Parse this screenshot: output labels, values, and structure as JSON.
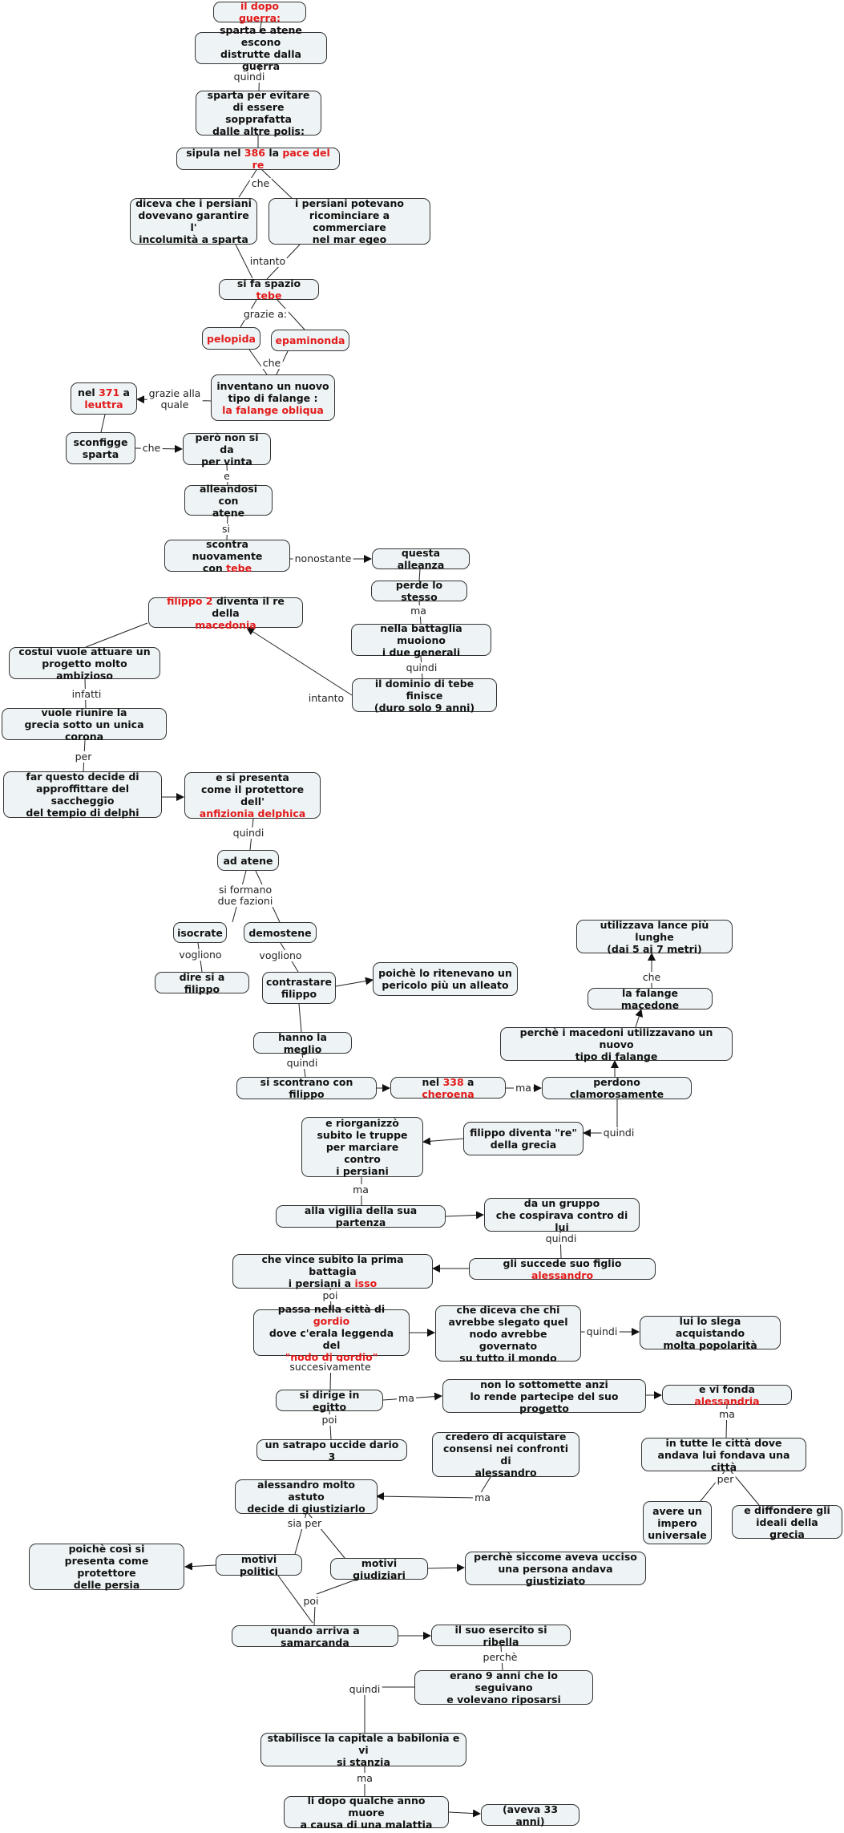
{
  "nodes": [
    {
      "id": "n1",
      "segments": [
        {
          "t": "il dopo guerra:",
          "hl": true
        }
      ]
    },
    {
      "id": "n2",
      "segments": [
        {
          "t": "sparta e atene escono\ndistrutte dalla guerra"
        }
      ]
    },
    {
      "id": "n3",
      "segments": [
        {
          "t": "sparta per evitare\ndi essere sopprafatta\ndalle altre polis:"
        }
      ]
    },
    {
      "id": "n4",
      "segments": [
        {
          "t": "sipula nel "
        },
        {
          "t": "386",
          "hl": true
        },
        {
          "t": " la "
        },
        {
          "t": "pace del re",
          "hl": true
        }
      ]
    },
    {
      "id": "n5",
      "segments": [
        {
          "t": "diceva che i persiani\ndovevano garantire l'\nincolumità a sparta"
        }
      ]
    },
    {
      "id": "n6",
      "segments": [
        {
          "t": "i persiani potevano\nricominciare a commerciare\nnel mar egeo"
        }
      ]
    },
    {
      "id": "n7",
      "segments": [
        {
          "t": "si fa spazio "
        },
        {
          "t": "tebe",
          "hl": true
        }
      ]
    },
    {
      "id": "n8",
      "segments": [
        {
          "t": "pelopida",
          "hl": true
        }
      ]
    },
    {
      "id": "n9",
      "segments": [
        {
          "t": "epaminonda",
          "hl": true
        }
      ]
    },
    {
      "id": "n10",
      "segments": [
        {
          "t": "inventano un nuovo\ntipo di falange :\n"
        },
        {
          "t": "la falange obliqua",
          "hl": true
        }
      ]
    },
    {
      "id": "n11",
      "segments": [
        {
          "t": "nel "
        },
        {
          "t": "371",
          "hl": true
        },
        {
          "t": " a\n"
        },
        {
          "t": "leuttra",
          "hl": true
        }
      ]
    },
    {
      "id": "n12",
      "segments": [
        {
          "t": "sconfigge\nsparta"
        }
      ]
    },
    {
      "id": "n13",
      "segments": [
        {
          "t": "però non si da\nper vinta"
        }
      ]
    },
    {
      "id": "n14",
      "segments": [
        {
          "t": "alleandosi con\natene"
        }
      ]
    },
    {
      "id": "n15",
      "segments": [
        {
          "t": "scontra nuovamente\ncon "
        },
        {
          "t": "tebe",
          "hl": true
        }
      ]
    },
    {
      "id": "n16",
      "segments": [
        {
          "t": "questa alleanza"
        }
      ]
    },
    {
      "id": "n17",
      "segments": [
        {
          "t": "perde lo stesso"
        }
      ]
    },
    {
      "id": "n18",
      "segments": [
        {
          "t": "nella battaglia muoiono\ni due generali"
        }
      ]
    },
    {
      "id": "n19",
      "segments": [
        {
          "t": "il dominio di tebe finisce\n(duro solo 9 anni)"
        }
      ]
    },
    {
      "id": "n20",
      "segments": [
        {
          "t": "filippo 2",
          "hl": true
        },
        {
          "t": " diventa il re della\n"
        },
        {
          "t": "macedonia",
          "hl": true
        }
      ]
    },
    {
      "id": "n21",
      "segments": [
        {
          "t": "costui vuole attuare un\nprogetto molto ambizioso"
        }
      ]
    },
    {
      "id": "n22",
      "segments": [
        {
          "t": "vuole riunire la\ngrecia sotto un unica corona"
        }
      ]
    },
    {
      "id": "n23",
      "segments": [
        {
          "t": "far questo decide di\napproffittare del saccheggio\ndel tempio di delphi"
        }
      ]
    },
    {
      "id": "n24",
      "segments": [
        {
          "t": "e si presenta\ncome il protettore dell'\n"
        },
        {
          "t": "anfizionia delphica",
          "hl": true
        }
      ]
    },
    {
      "id": "n25",
      "segments": [
        {
          "t": "ad atene"
        }
      ]
    },
    {
      "id": "n26",
      "segments": [
        {
          "t": "isocrate"
        }
      ]
    },
    {
      "id": "n27",
      "segments": [
        {
          "t": "demostene"
        }
      ]
    },
    {
      "id": "n28",
      "segments": [
        {
          "t": "dire si a filippo"
        }
      ]
    },
    {
      "id": "n29",
      "segments": [
        {
          "t": "contrastare\nfilippo"
        }
      ]
    },
    {
      "id": "n30",
      "segments": [
        {
          "t": "poichè lo ritenevano un\npericolo più un alleato"
        }
      ]
    },
    {
      "id": "n31",
      "segments": [
        {
          "t": "hanno la meglio"
        }
      ]
    },
    {
      "id": "n32",
      "segments": [
        {
          "t": "si scontrano con filippo"
        }
      ]
    },
    {
      "id": "n33",
      "segments": [
        {
          "t": "nel "
        },
        {
          "t": "338",
          "hl": true
        },
        {
          "t": " a "
        },
        {
          "t": "cheroena",
          "hl": true
        }
      ]
    },
    {
      "id": "n34",
      "segments": [
        {
          "t": "perdono clamorosamente"
        }
      ]
    },
    {
      "id": "n35",
      "segments": [
        {
          "t": "perchè i macedoni utilizzavano un nuovo\ntipo di falange"
        }
      ]
    },
    {
      "id": "n36",
      "segments": [
        {
          "t": "la falange macedone"
        }
      ]
    },
    {
      "id": "n37",
      "segments": [
        {
          "t": "utilizzava lance più lunghe\n(dai 5 ai 7 metri)"
        }
      ]
    },
    {
      "id": "n38",
      "segments": [
        {
          "t": "filippo diventa \"re\"\ndella grecia"
        }
      ]
    },
    {
      "id": "n39",
      "segments": [
        {
          "t": "e riorganizzò\nsubito le truppe\nper marciare contro\ni persiani"
        }
      ]
    },
    {
      "id": "n40",
      "segments": [
        {
          "t": "alla vigilia della sua partenza"
        }
      ]
    },
    {
      "id": "n41",
      "segments": [
        {
          "t": "da un gruppo\nche cospirava contro di lui"
        }
      ]
    },
    {
      "id": "n42",
      "segments": [
        {
          "t": "gli succede suo figlio "
        },
        {
          "t": "alessandro",
          "hl": true
        }
      ]
    },
    {
      "id": "n43",
      "segments": [
        {
          "t": "che vince subito la prima battagia\ni persiani a "
        },
        {
          "t": "isso",
          "hl": true
        }
      ]
    },
    {
      "id": "n44",
      "segments": [
        {
          "t": "passa nella città di "
        },
        {
          "t": "gordio",
          "hl": true
        },
        {
          "t": "\ndove c'erala leggenda del\n"
        },
        {
          "t": "\"nodo di gordio\"",
          "hl": true
        }
      ]
    },
    {
      "id": "n45",
      "segments": [
        {
          "t": "che diceva che chi\navrebbe slegato quel\nnodo avrebbe governato\nsu tutto il mondo"
        }
      ]
    },
    {
      "id": "n46",
      "segments": [
        {
          "t": "lui lo slega acquistando\nmolta popolarità"
        }
      ]
    },
    {
      "id": "n47",
      "segments": [
        {
          "t": "si dirige in egitto"
        }
      ]
    },
    {
      "id": "n48",
      "segments": [
        {
          "t": "non lo sottomette anzi\nlo rende partecipe del suo progetto"
        }
      ]
    },
    {
      "id": "n49",
      "segments": [
        {
          "t": "e vi fonda "
        },
        {
          "t": "alessandria",
          "hl": true
        }
      ]
    },
    {
      "id": "n50",
      "segments": [
        {
          "t": "in tutte le città dove\nandava lui fondava una città"
        }
      ]
    },
    {
      "id": "n51",
      "segments": [
        {
          "t": "avere un\nimpero\nuniversale"
        }
      ]
    },
    {
      "id": "n52",
      "segments": [
        {
          "t": "e diffondere gli\nideali della grecia"
        }
      ]
    },
    {
      "id": "n53",
      "segments": [
        {
          "t": "un satrapo uccide dario 3"
        }
      ]
    },
    {
      "id": "n54",
      "segments": [
        {
          "t": "credero di acquistare\nconsensi nei confronti di\nalessandro"
        }
      ]
    },
    {
      "id": "n55",
      "segments": [
        {
          "t": "alessandro molto astuto\ndecide di giustiziarlo"
        }
      ]
    },
    {
      "id": "n56",
      "segments": [
        {
          "t": "motivi politici"
        }
      ]
    },
    {
      "id": "n57",
      "segments": [
        {
          "t": "motivi giudiziari"
        }
      ]
    },
    {
      "id": "n58",
      "segments": [
        {
          "t": "poichè così si\npresenta come protettore\ndelle persia"
        }
      ]
    },
    {
      "id": "n59",
      "segments": [
        {
          "t": "perchè siccome aveva ucciso\nuna persona andava giustiziato"
        }
      ]
    },
    {
      "id": "n60",
      "segments": [
        {
          "t": "quando arriva a samarcanda"
        }
      ]
    },
    {
      "id": "n61",
      "segments": [
        {
          "t": "il suo esercito si ribella"
        }
      ]
    },
    {
      "id": "n62",
      "segments": [
        {
          "t": "erano 9 anni che lo seguivano\ne volevano riposarsi"
        }
      ]
    },
    {
      "id": "n63",
      "segments": [
        {
          "t": "stabilisce la capitale a babilonia e vi\nsi stanzia"
        }
      ]
    },
    {
      "id": "n64",
      "segments": [
        {
          "t": "li dopo qualche anno muore\na causa di una malattia"
        }
      ]
    },
    {
      "id": "n65",
      "segments": [
        {
          "t": "(aveva 33 anni)"
        }
      ]
    }
  ],
  "labels": [
    {
      "id": "l1",
      "text": "quindi"
    },
    {
      "id": "l2",
      "text": "che"
    },
    {
      "id": "l3",
      "text": "intanto"
    },
    {
      "id": "l4",
      "text": "grazie a:"
    },
    {
      "id": "l5",
      "text": "che"
    },
    {
      "id": "l6",
      "text": "grazie alla\nquale"
    },
    {
      "id": "l7",
      "text": "che"
    },
    {
      "id": "l8",
      "text": "e"
    },
    {
      "id": "l9",
      "text": "si"
    },
    {
      "id": "l10",
      "text": "nonostante"
    },
    {
      "id": "l11",
      "text": "ma"
    },
    {
      "id": "l12",
      "text": "quindi"
    },
    {
      "id": "l13",
      "text": "intanto"
    },
    {
      "id": "l14",
      "text": "infatti"
    },
    {
      "id": "l15",
      "text": "per"
    },
    {
      "id": "l16",
      "text": "quindi"
    },
    {
      "id": "l17",
      "text": "si formano\ndue fazioni"
    },
    {
      "id": "l18",
      "text": "vogliono"
    },
    {
      "id": "l19",
      "text": "vogliono"
    },
    {
      "id": "l20",
      "text": "quindi"
    },
    {
      "id": "l21",
      "text": "ma"
    },
    {
      "id": "l22",
      "text": "che"
    },
    {
      "id": "l23",
      "text": "quindi"
    },
    {
      "id": "l24",
      "text": "ma"
    },
    {
      "id": "l25",
      "text": "quindi"
    },
    {
      "id": "l26",
      "text": "poi"
    },
    {
      "id": "l27",
      "text": "quindi"
    },
    {
      "id": "l28",
      "text": "succesivamente"
    },
    {
      "id": "l29",
      "text": "ma"
    },
    {
      "id": "l30",
      "text": "ma"
    },
    {
      "id": "l31",
      "text": "per"
    },
    {
      "id": "l32",
      "text": "poi"
    },
    {
      "id": "l33",
      "text": "ma"
    },
    {
      "id": "l34",
      "text": "sia per"
    },
    {
      "id": "l35",
      "text": "poi"
    },
    {
      "id": "l36",
      "text": "perchè"
    },
    {
      "id": "l37",
      "text": "quindi"
    },
    {
      "id": "l38",
      "text": "ma"
    }
  ]
}
